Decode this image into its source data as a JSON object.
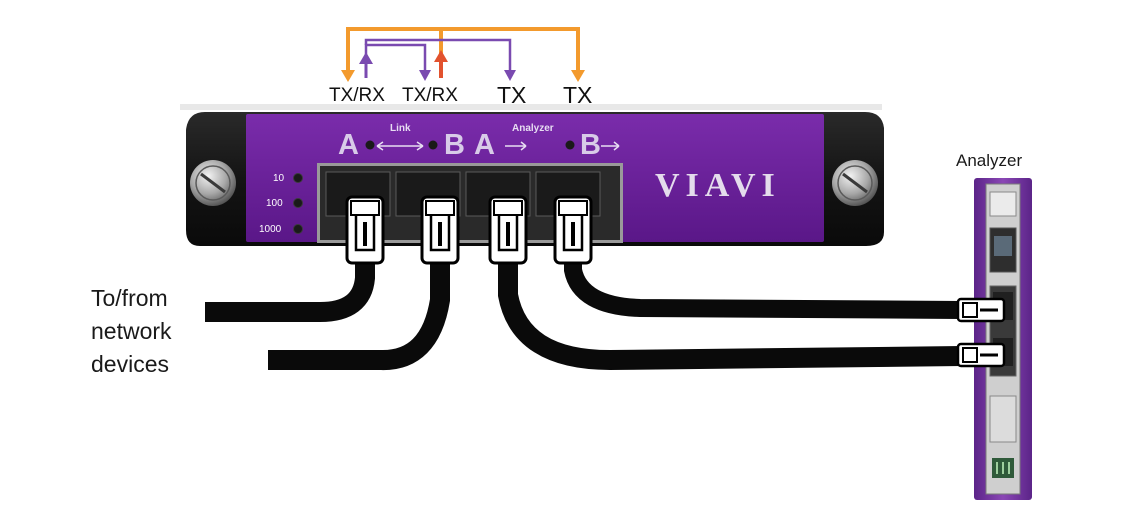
{
  "port_labels": {
    "txrx_1": "TX/RX",
    "txrx_2": "TX/RX",
    "tx_1": "TX",
    "tx_2": "TX"
  },
  "panel": {
    "letter_a1": "A",
    "letter_b1": "B",
    "letter_a2": "A",
    "letter_b2": "B",
    "link_label": "Link",
    "analyzer_label": "Analyzer",
    "brand": "VIAVI",
    "speeds": [
      "10",
      "100",
      "1000"
    ]
  },
  "captions": {
    "network_line1": "To/from",
    "network_line2": "network",
    "network_line3": "devices",
    "analyzer_title": "Analyzer"
  },
  "colors": {
    "purple_panel": "#6a1f9a",
    "orange_arrow": "#f39a2d",
    "purple_arrow": "#7a4ab0",
    "red_arrow": "#e2522e",
    "cable": "#0a0a0a"
  }
}
